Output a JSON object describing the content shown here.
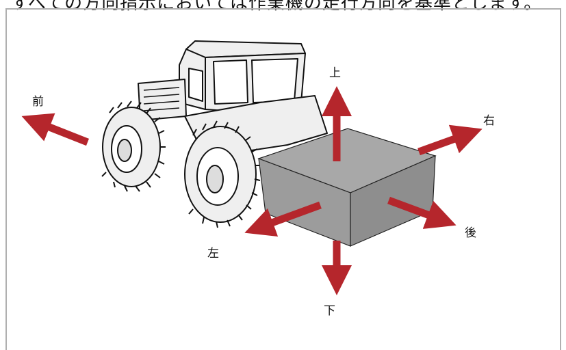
{
  "header": {
    "text": "すべての方向指示においては作業機の走行方向を基準とします。"
  },
  "labels": {
    "front": "前",
    "up": "上",
    "right": "右",
    "left": "左",
    "rear": "後",
    "down": "下"
  },
  "colors": {
    "arrow": "#b5262c",
    "box_front": "#9c9c9c",
    "box_top": "#a8a8a8",
    "box_side": "#8e8e8e",
    "frame": "#b0b0b0"
  }
}
